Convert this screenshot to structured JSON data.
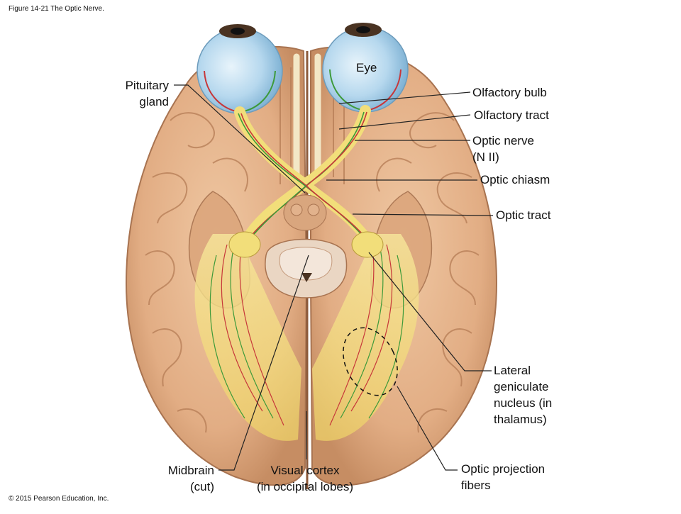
{
  "figure_title": "Figure 14-21 The Optic Nerve.",
  "copyright": "© 2015 Pearson Education, Inc.",
  "labels": {
    "eye": "Eye",
    "pituitary_line1": "Pituitary",
    "pituitary_line2": "gland",
    "olfactory_bulb": "Olfactory bulb",
    "olfactory_tract": "Olfactory tract",
    "optic_nerve_line1": "Optic nerve",
    "optic_nerve_line2": "(N II)",
    "optic_chiasm": "Optic chiasm",
    "optic_tract": "Optic tract",
    "lgn_line1": "Lateral",
    "lgn_line2": "geniculate",
    "lgn_line3": "nucleus (in",
    "lgn_line4": "thalamus)",
    "midbrain_line1": "Midbrain",
    "midbrain_line2": "(cut)",
    "visual_cortex_line1": "Visual cortex",
    "visual_cortex_line2": "(in occipital lobes)",
    "projection_line1": "Optic projection",
    "projection_line2": "fibers"
  },
  "colors": {
    "brain": "#e6b48c",
    "brain_dark": "#b9835a",
    "eye": "#bcdcef",
    "fiber_yellow": "#f2de7a",
    "fiber_red": "#c7373a",
    "fiber_green": "#3d9a3a",
    "leader": "#222222"
  }
}
